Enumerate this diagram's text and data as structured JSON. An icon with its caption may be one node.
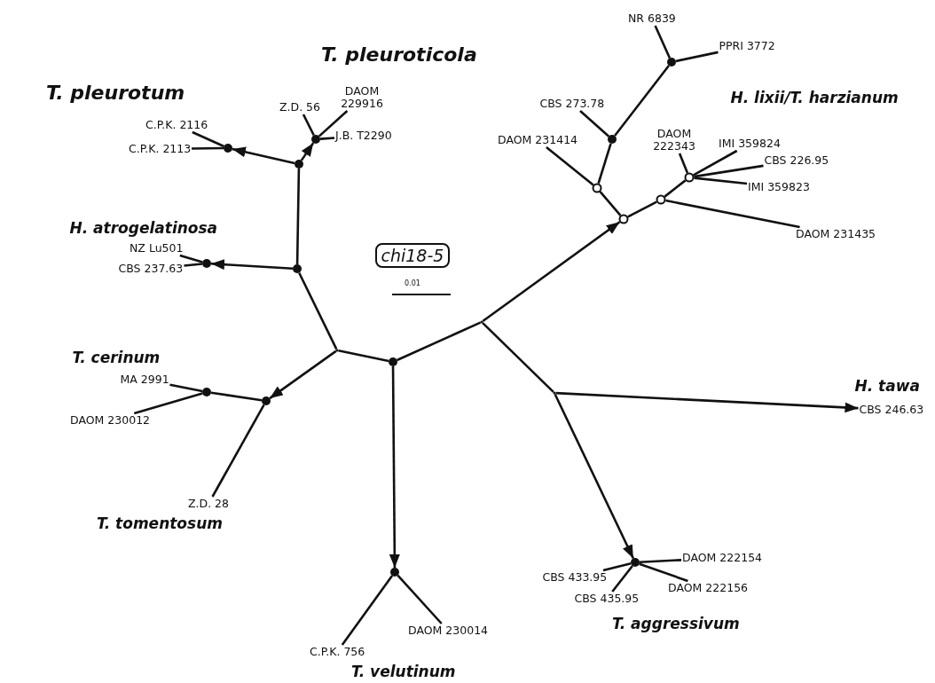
{
  "diagram": {
    "nodes": [
      {
        "text": [
          "chi18-5"
        ]
      },
      {
        "text": [],
        "shape": "dot"
      },
      {
        "text": [],
        "shape": "point"
      },
      {
        "text": [],
        "shape": "point"
      },
      {
        "text": [],
        "shape": "dot"
      },
      {
        "text": [],
        "shape": "dot"
      },
      {
        "text": [],
        "shape": "dot"
      },
      {
        "text": [],
        "shape": "dot"
      },
      {
        "text": [],
        "shape": "dot"
      },
      {
        "text": [],
        "shape": "dot"
      },
      {
        "text": [],
        "shape": "dot"
      },
      {
        "text": [],
        "shape": "dot"
      },
      {
        "text": [],
        "shape": "point"
      },
      {
        "text": [],
        "shape": "dot"
      },
      {
        "text": [],
        "shape": "ring"
      },
      {
        "text": [],
        "shape": "ring"
      },
      {
        "text": [],
        "shape": "dot"
      },
      {
        "text": [],
        "shape": "dot"
      },
      {
        "text": [],
        "shape": "ring"
      },
      {
        "text": [],
        "shape": "ring"
      },
      {
        "text": [
          "C.P.K. 2116"
        ]
      },
      {
        "text": [
          "C.P.K. 2113"
        ]
      },
      {
        "text": [
          "Z.D. 56"
        ]
      },
      {
        "text": [
          "DAOM 229916"
        ]
      },
      {
        "text": [
          "J.B. T2290"
        ]
      },
      {
        "text": [
          "NZ Lu501"
        ]
      },
      {
        "text": [
          "CBS 237.63"
        ]
      },
      {
        "text": [
          "NR 6839"
        ]
      },
      {
        "text": [
          "PPRI 3772"
        ]
      },
      {
        "text": [
          "CBS 273.78"
        ]
      },
      {
        "text": [
          "DAOM 231414"
        ]
      },
      {
        "text": [
          "DAOM 222343"
        ]
      },
      {
        "text": [
          "IMI 359824"
        ]
      },
      {
        "text": [
          "CBS 226.95"
        ]
      },
      {
        "text": [
          "IMI 359823"
        ]
      },
      {
        "text": [
          "DAOM 231435"
        ]
      },
      {
        "text": [
          "MA 2991"
        ]
      },
      {
        "text": [
          "DAOM 230012"
        ]
      },
      {
        "text": [
          "Z.D. 28"
        ]
      },
      {
        "text": [
          "C.P.K. 756"
        ]
      },
      {
        "text": [
          "DAOM 230014"
        ]
      },
      {
        "text": [
          "CBS 246.63"
        ]
      },
      {
        "text": [
          "DAOM 222154"
        ]
      },
      {
        "text": [
          "CBS 433.95"
        ]
      },
      {
        "text": [
          "DAOM 222156"
        ]
      },
      {
        "text": [
          "CBS 435.95"
        ]
      }
    ],
    "edges": [
      {
        "from": 1,
        "to": 2,
        "arrow": "none"
      },
      {
        "from": 1,
        "to": 3,
        "arrow": "none"
      },
      {
        "from": 1,
        "to": 11,
        "arrow": "to"
      },
      {
        "from": 2,
        "to": 4,
        "arrow": "none"
      },
      {
        "from": 4,
        "to": 5,
        "arrow": "none"
      },
      {
        "from": 4,
        "to": 8,
        "arrow": "to"
      },
      {
        "from": 5,
        "to": 6,
        "arrow": "to"
      },
      {
        "from": 5,
        "to": 7,
        "arrow": "to"
      },
      {
        "from": 6,
        "to": 20,
        "arrow": "none"
      },
      {
        "from": 6,
        "to": 21,
        "arrow": "none"
      },
      {
        "from": 7,
        "to": 22,
        "arrow": "none"
      },
      {
        "from": 7,
        "to": 23,
        "arrow": "none"
      },
      {
        "from": 7,
        "to": 24,
        "arrow": "none"
      },
      {
        "from": 8,
        "to": 25,
        "arrow": "none"
      },
      {
        "from": 8,
        "to": 26,
        "arrow": "none"
      },
      {
        "from": 2,
        "to": 9,
        "arrow": "to"
      },
      {
        "from": 9,
        "to": 10,
        "arrow": "none"
      },
      {
        "from": 9,
        "to": 38,
        "arrow": "none"
      },
      {
        "from": 10,
        "to": 36,
        "arrow": "none"
      },
      {
        "from": 10,
        "to": 37,
        "arrow": "none"
      },
      {
        "from": 11,
        "to": 39,
        "arrow": "none"
      },
      {
        "from": 11,
        "to": 40,
        "arrow": "none"
      },
      {
        "from": 3,
        "to": 14,
        "arrow": "to"
      },
      {
        "from": 3,
        "to": 12,
        "arrow": "none"
      },
      {
        "from": 12,
        "to": 41,
        "arrow": "to"
      },
      {
        "from": 12,
        "to": 13,
        "arrow": "to"
      },
      {
        "from": 13,
        "to": 42,
        "arrow": "none"
      },
      {
        "from": 13,
        "to": 43,
        "arrow": "none"
      },
      {
        "from": 13,
        "to": 44,
        "arrow": "none"
      },
      {
        "from": 13,
        "to": 45,
        "arrow": "none"
      },
      {
        "from": 14,
        "to": 15,
        "arrow": "none"
      },
      {
        "from": 14,
        "to": 18,
        "arrow": "none"
      },
      {
        "from": 15,
        "to": 30,
        "arrow": "none"
      },
      {
        "from": 15,
        "to": 16,
        "arrow": "none"
      },
      {
        "from": 16,
        "to": 29,
        "arrow": "none"
      },
      {
        "from": 16,
        "to": 17,
        "arrow": "none"
      },
      {
        "from": 17,
        "to": 27,
        "arrow": "none"
      },
      {
        "from": 17,
        "to": 28,
        "arrow": "none"
      },
      {
        "from": 18,
        "to": 35,
        "arrow": "none"
      },
      {
        "from": 18,
        "to": 19,
        "arrow": "none"
      },
      {
        "from": 19,
        "to": 31,
        "arrow": "none"
      },
      {
        "from": 19,
        "to": 32,
        "arrow": "none"
      },
      {
        "from": 19,
        "to": 33,
        "arrow": "none"
      },
      {
        "from": 19,
        "to": 34,
        "arrow": "none"
      }
    ],
    "labels": [
      "T. pleuroticola",
      "T. pleurotum",
      "H. lixii/T. harzianum",
      "H. atrogelatinosa",
      "0.01",
      "T. cerinum",
      "H. tawa",
      "T. tomentosum",
      "T. aggressivum",
      "T. velutinum"
    ]
  }
}
